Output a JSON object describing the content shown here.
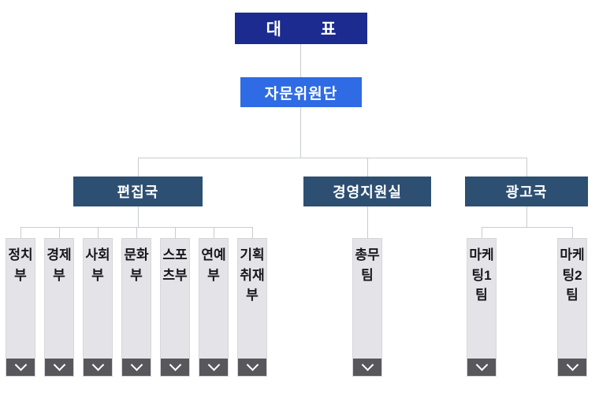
{
  "org": {
    "root": {
      "label": "대표"
    },
    "advisory": {
      "label": "자문위원단"
    },
    "departments": [
      {
        "label": "편집국",
        "teams": [
          "정치부",
          "경제부",
          "사회부",
          "문화부",
          "스포츠부",
          "연예부",
          "기획취재부"
        ]
      },
      {
        "label": "경영지원실",
        "teams": [
          "총무팀"
        ]
      },
      {
        "label": "광고국",
        "teams": [
          "마케팅1팀",
          "마케팅2팀"
        ]
      }
    ]
  },
  "icons": {
    "team_footer": "chevron-down-icon"
  },
  "colors": {
    "root_color": "#1b2b8f",
    "advisory_color": "#2e6be4",
    "department_color": "#2d4f72",
    "team_bg": "#e4e4e8",
    "team_border": "#d6d6db",
    "footer_color": "#58585c",
    "line_color": "#c9ccd1",
    "team_text": "#17181c"
  }
}
